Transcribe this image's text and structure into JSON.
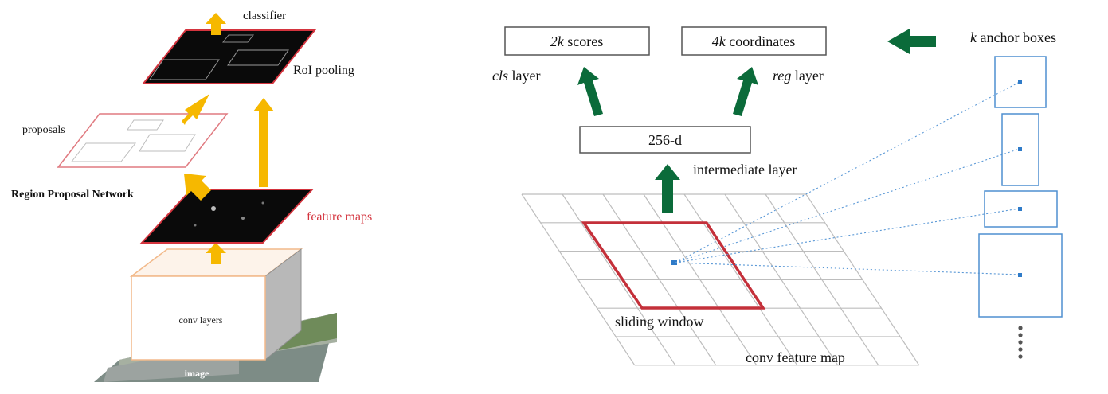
{
  "left_panel": {
    "classifier": "classifier",
    "roi_pooling": "RoI pooling",
    "proposals": "proposals",
    "rpn": "Region Proposal Network",
    "feature_maps": "feature maps",
    "conv_layers": "conv layers",
    "image": "image"
  },
  "right_panel": {
    "scores_k": "2k",
    "scores_rest": " scores",
    "coords_k": "4k",
    "coords_rest": " coordinates",
    "cls_italic": "cls",
    "cls_rest": " layer",
    "reg_italic": "reg",
    "reg_rest": " layer",
    "intermediate_box": "256-d",
    "intermediate_label": "intermediate layer",
    "anchor_k": "k",
    "anchor_rest": " anchor boxes",
    "sliding_window": "sliding window",
    "conv_feature_map": "conv feature map"
  },
  "colors": {
    "orange_arrow": "#f6b800",
    "green_arrow": "#0b6b3a",
    "red_frame": "#d4343e",
    "anchor_blue": "#4f8fd0",
    "dark_map": "#0a0a0a",
    "grid": "#bdbdbd"
  }
}
